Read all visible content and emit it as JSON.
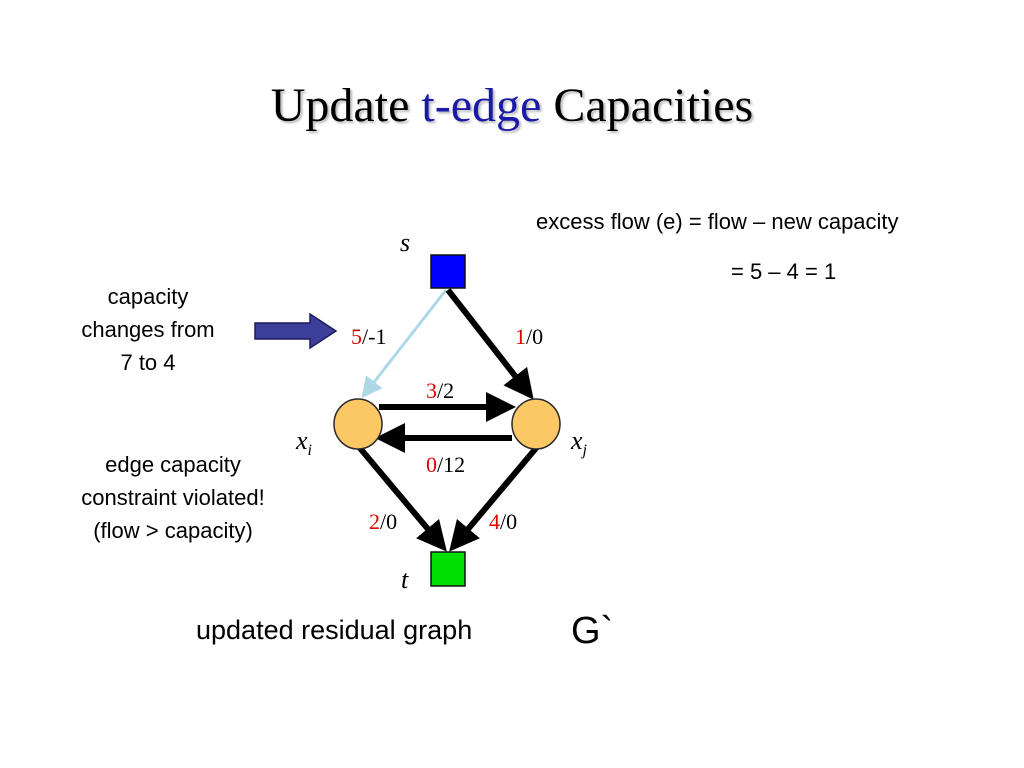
{
  "slide": {
    "title_part1": "Update",
    "title_highlight": "t-edge",
    "title_part2": "Capacities",
    "excess_formula_line1": "excess flow (e) = flow – new capacity",
    "excess_formula_line2": "= 5 – 4 = 1",
    "left_note_top": [
      "capacity",
      "changes from",
      "7 to 4"
    ],
    "left_note_bottom": [
      "edge capacity",
      "constraint violated!",
      "(flow > capacity)"
    ],
    "caption": "updated residual graph",
    "graph_name": "G`"
  },
  "graph": {
    "nodes": {
      "s": {
        "label": "s",
        "color": "#0000ff"
      },
      "t": {
        "label": "t",
        "color": "#00e000"
      },
      "xi": {
        "label": "x",
        "subscript": "i",
        "color": "#fcc765"
      },
      "xj": {
        "label": "x",
        "subscript": "j",
        "color": "#fcc765"
      }
    },
    "edges": {
      "s_xi": {
        "residual": "5",
        "rest": "/-1",
        "color": "#add8e6"
      },
      "s_xj": {
        "residual": "1",
        "rest": "/0"
      },
      "xi_xj": {
        "residual": "3",
        "rest": "/2"
      },
      "xj_xi": {
        "residual": "0",
        "rest": "/12"
      },
      "xi_t": {
        "residual": "2",
        "rest": "/0"
      },
      "xj_t": {
        "residual": "4",
        "rest": "/0"
      }
    }
  },
  "colors": {
    "title_highlight": "#1a1aa6",
    "residual_value": "#e00000",
    "pointer_arrow": "#3d3d9a"
  }
}
